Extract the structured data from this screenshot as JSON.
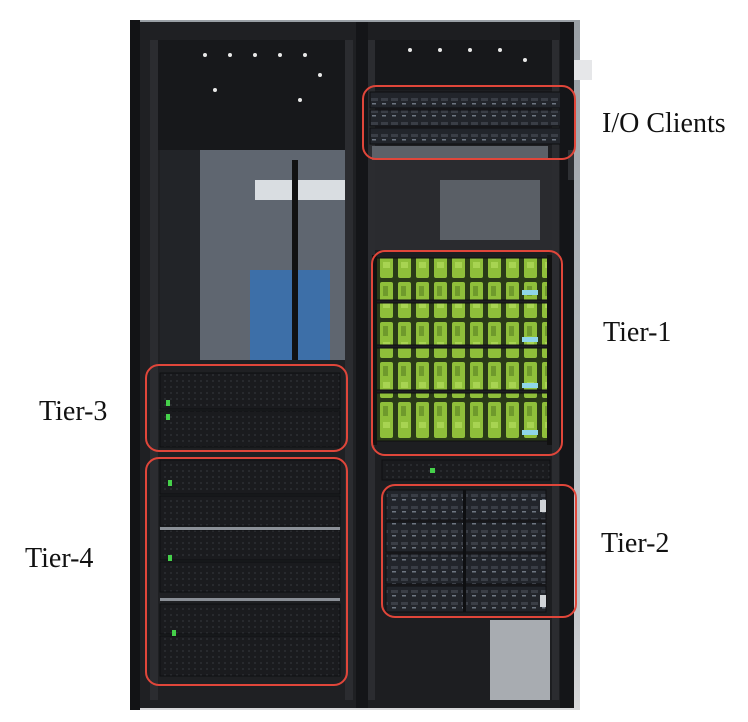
{
  "figure": {
    "description_free": true,
    "labels": {
      "io_clients": "I/O Clients",
      "tier1": "Tier-1",
      "tier2": "Tier-2",
      "tier3": "Tier-3",
      "tier4": "Tier-4"
    },
    "colors": {
      "highlight": "#e0463a",
      "rack": "#1c1d20",
      "tier1_boards": "#8fbf3a",
      "tier2_drives": "#2a2d33",
      "led": "#45d04a"
    }
  }
}
